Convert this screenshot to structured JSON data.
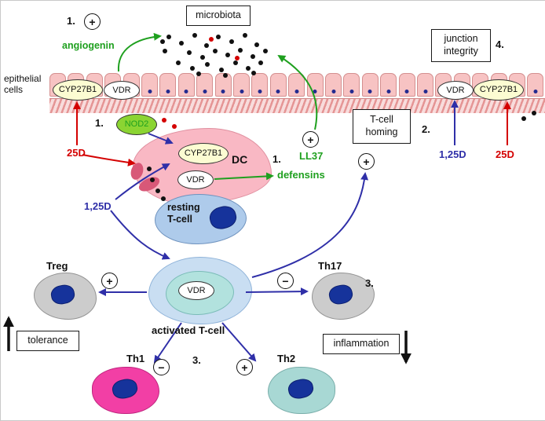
{
  "signs": {
    "plus": "+",
    "minus": "−"
  },
  "steps": {
    "one": "1.",
    "two": "2.",
    "three": "3.",
    "four": "4."
  },
  "boxes": {
    "microbiota": "microbiota",
    "junction": {
      "line1": "junction",
      "line2": "integrity"
    },
    "homing": {
      "line1": "T-cell",
      "line2": "homing"
    },
    "tolerance": "tolerance",
    "inflammation": "inflammation"
  },
  "epithelium": {
    "line1": "epithelial",
    "line2": "cells"
  },
  "molecules": {
    "cyp27b1": "CYP27B1",
    "vdr": "VDR",
    "nod2": "NOD2"
  },
  "compounds": {
    "d25": "25D",
    "d125": "1,25D"
  },
  "secreted": {
    "angiogenin": "angiogenin",
    "ll37": "LL37",
    "defensins": "defensins"
  },
  "cells": {
    "dc": "DC",
    "resting": {
      "line1": "resting",
      "line2": "T-cell"
    },
    "activated": "activated T-cell",
    "treg": "Treg",
    "th17": "Th17",
    "th1": "Th1",
    "th2": "Th2"
  },
  "colors": {
    "d25_red": "#d40000",
    "d125_blue": "#2f2fa8",
    "secreted_green": "#1fa01f",
    "nod2_green": "#8bd432",
    "enzyme_yellow": "#fcfcd2",
    "microbe_dot": "#111111",
    "epithelium_pink": "#f7c3c3"
  }
}
